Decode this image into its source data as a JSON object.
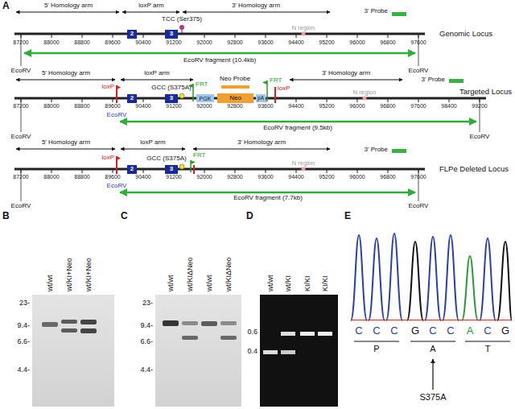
{
  "diagram": {
    "nodes": [
      {
        "text": [
          "2"
        ]
      },
      {
        "text": [
          "3"
        ]
      },
      {
        "text": [
          "2"
        ]
      },
      {
        "text": [
          "3"
        ]
      },
      {
        "text": [
          "PGK"
        ]
      },
      {
        "text": [
          "Neo"
        ]
      },
      {
        "text": [
          "pA"
        ]
      },
      {
        "text": [
          "2"
        ]
      },
      {
        "text": [
          "3"
        ]
      }
    ],
    "labels": [
      "A",
      "5' Homology arm",
      "loxP arm",
      "3' Homology arm",
      "3' Probe",
      "TCC (Ser375)",
      "N region",
      "87200",
      "88000",
      "88800",
      "89600",
      "90400",
      "91200",
      "92000",
      "92800",
      "93600",
      "94400",
      "95200",
      "96000",
      "96800",
      "97600",
      "Genomic Locus",
      "EcoRV fragment (10.4kb)",
      "EcoRV",
      "EcoRV",
      "5' Homology arm",
      "loxP arm",
      "3' Homology arm",
      "3' Probe",
      "loxP",
      "FRT",
      "Neo Probe",
      "FRT",
      "loxP",
      "GCC (S375A)",
      "N region",
      "87200",
      "88000",
      "88800",
      "89600",
      "90400",
      "91200",
      "92000",
      "92800",
      "93600",
      "94400",
      "95200",
      "96000",
      "96800",
      "97600",
      "98400",
      "99200",
      "Targeted Locus",
      "EcoRV",
      "EcoRV fragment (9.5kb)",
      "EcoRV",
      "EcoRV",
      "5' Homology arm",
      "loxP arm",
      "3' Homology arm",
      "3' Probe",
      "loxP",
      "FRT",
      "GCC (S375A)",
      "N region",
      "87200",
      "88000",
      "88800",
      "89600",
      "90400",
      "91200",
      "92000",
      "92800",
      "93600",
      "94400",
      "95200",
      "96000",
      "96800",
      "97600",
      "FLPe Deleted Locus",
      "EcoRV",
      "EcoRV fragment (7.7kb)",
      "EcoRV",
      "EcoRV",
      "B",
      "wt/wt",
      "wt/KI+Neo",
      "wt/KI+Neo",
      "23-",
      "9.4-",
      "6.6-",
      "4.4-",
      "C",
      "wt/wt",
      "wt/KIΔNeo",
      "wt/wt",
      "wt/KIΔNeo",
      "23-",
      "9.4-",
      "6.6-",
      "4.4-",
      "D",
      "wt/wt",
      "wt/KI",
      "KI/KI",
      "KI/KI",
      "0.6",
      "0.4",
      "E",
      "C",
      "C",
      "C",
      "G",
      "C",
      "C",
      "A",
      "C",
      "G",
      "P",
      "A",
      "T",
      "S375A"
    ]
  }
}
